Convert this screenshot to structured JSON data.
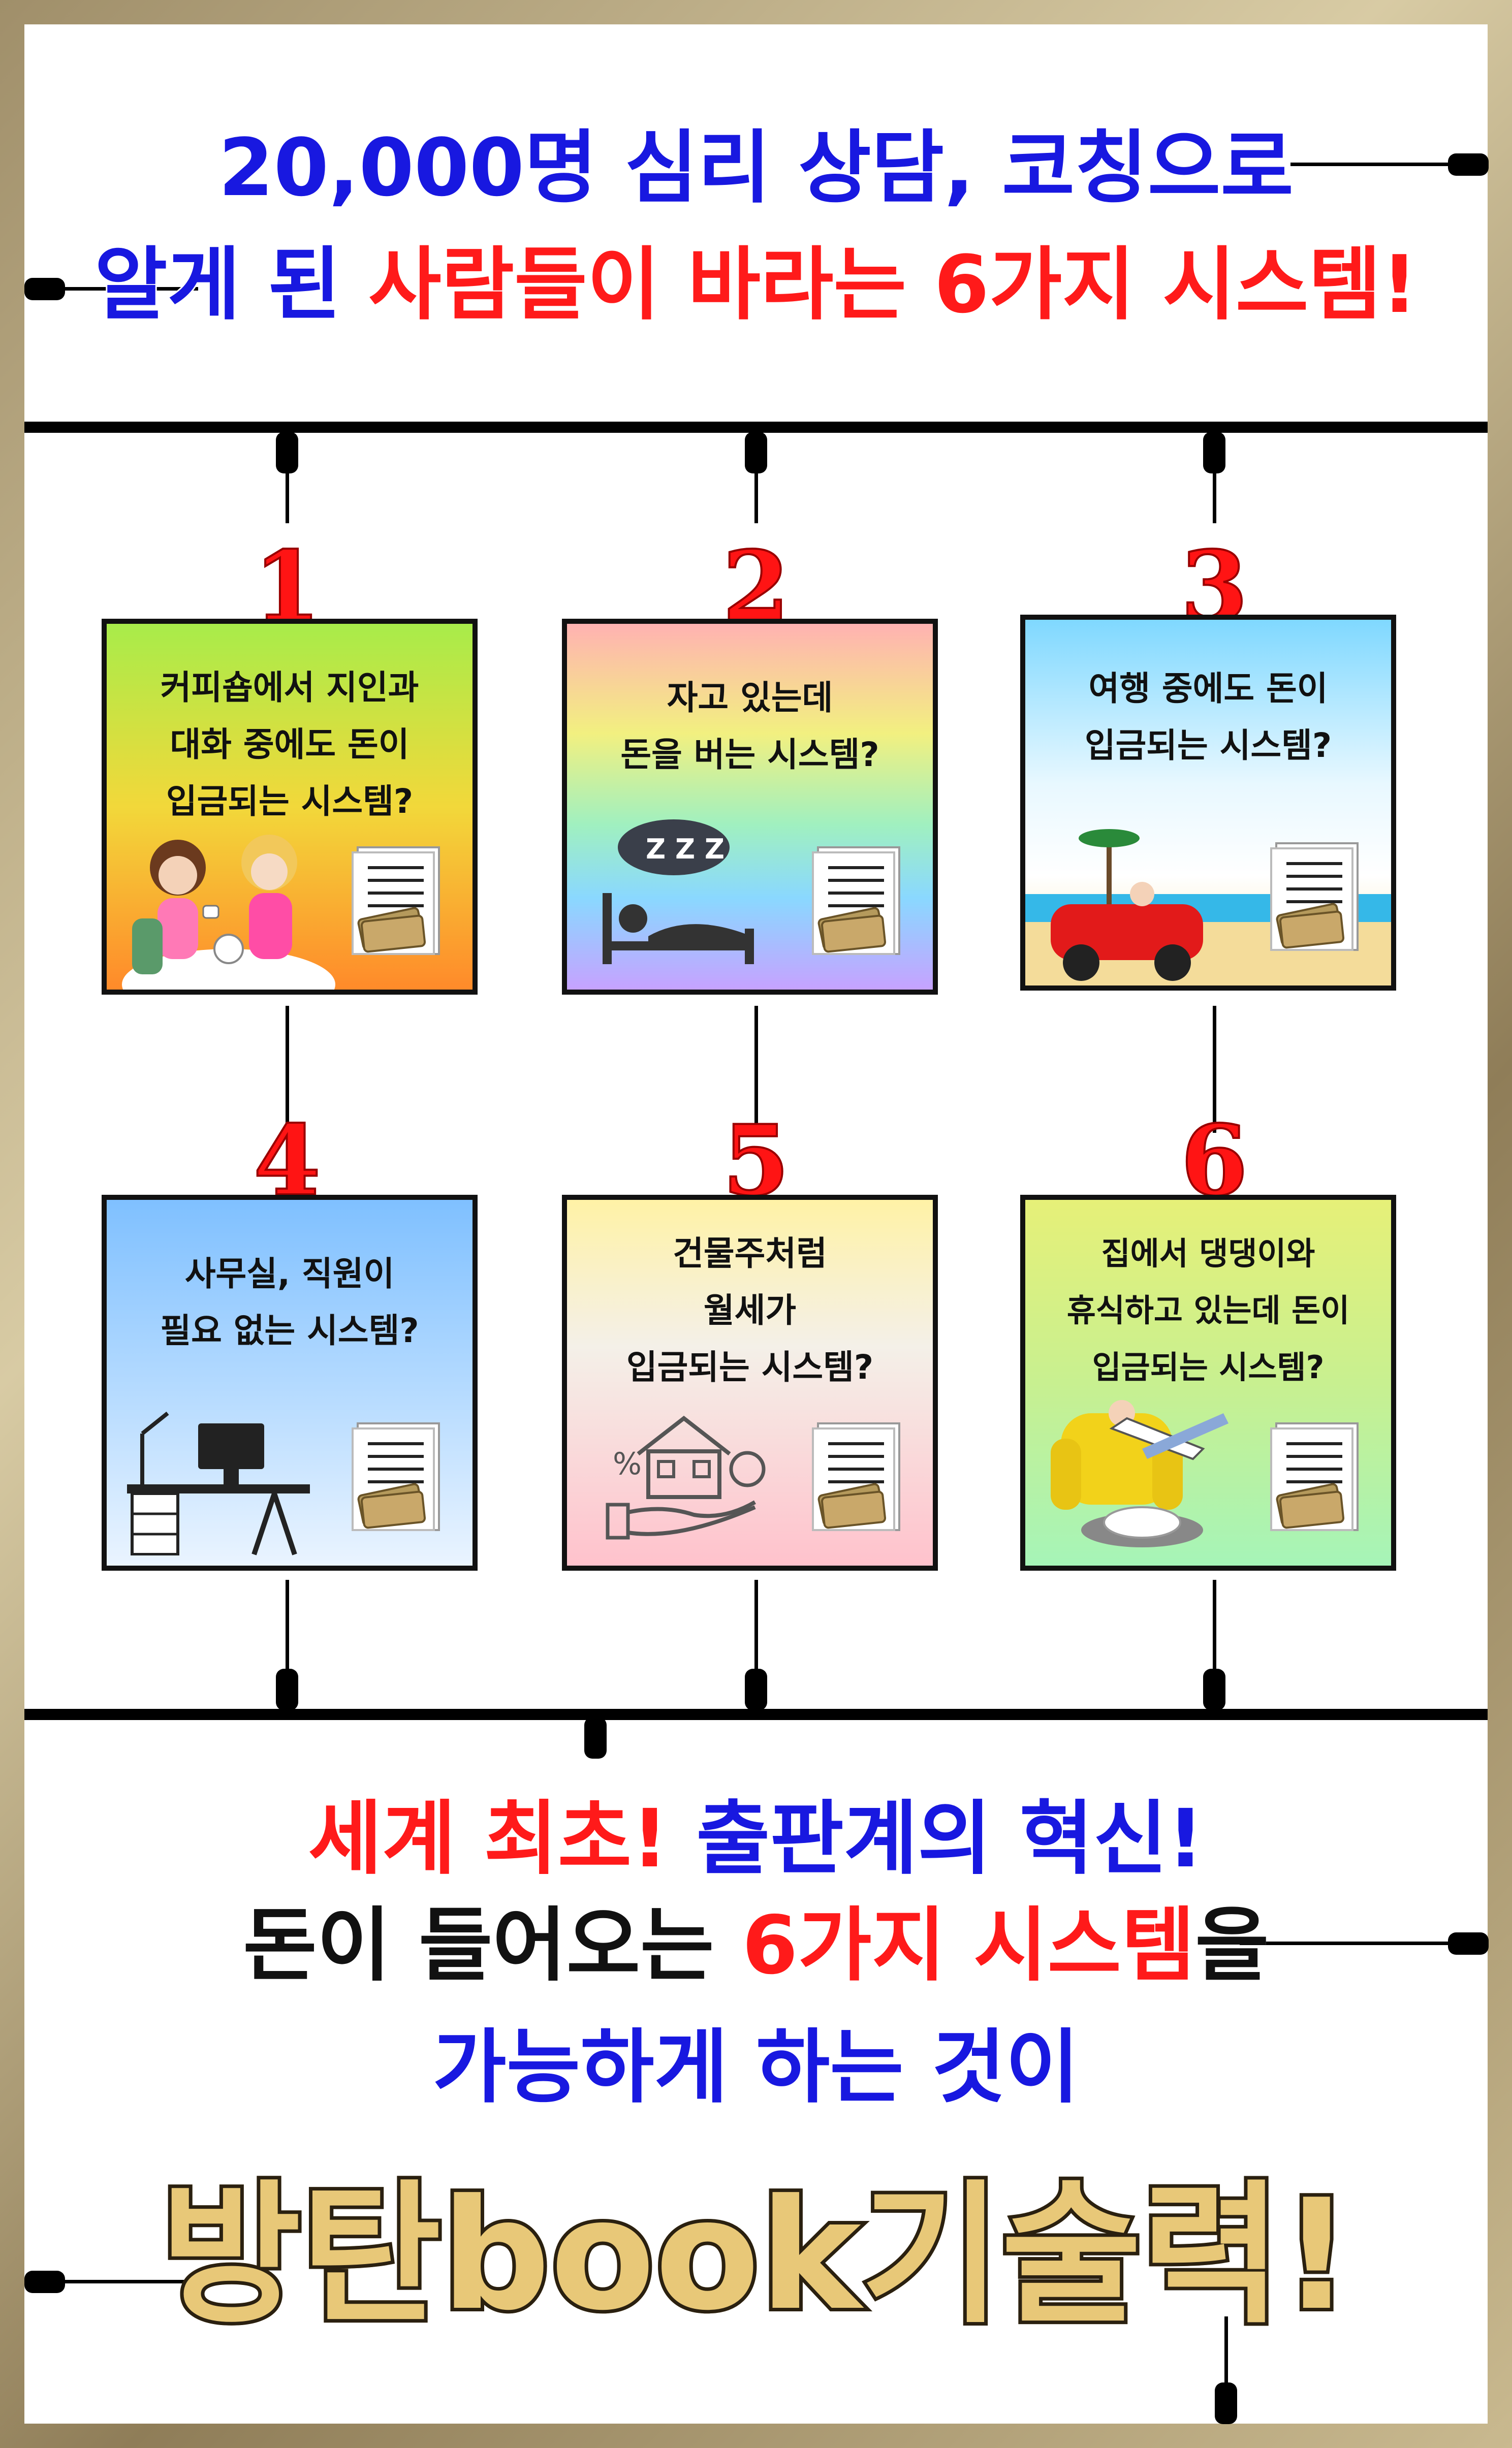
{
  "header": {
    "line1": "20,000명 심리 상담, 코칭으로",
    "line2_a": "알게 된 ",
    "line2_b": "사람들이 바라는 6가지 시스템!"
  },
  "systems": [
    {
      "number": "1",
      "lines": [
        "커피숍에서 지인과",
        "대화 중에도 돈이",
        "입금되는 시스템?"
      ]
    },
    {
      "number": "2",
      "lines": [
        "자고 있는데",
        "돈을 버는 시스템?"
      ]
    },
    {
      "number": "3",
      "lines": [
        "여행 중에도 돈이",
        "입금되는 시스템?"
      ]
    },
    {
      "number": "4",
      "lines": [
        "사무실, 직원이",
        "필요 없는 시스템?"
      ]
    },
    {
      "number": "5",
      "lines": [
        "건물주처럼",
        "월세가",
        "입금되는 시스템?"
      ]
    },
    {
      "number": "6",
      "lines": [
        "집에서 댕댕이와",
        "휴식하고 있는데 돈이",
        "입금되는 시스템?"
      ]
    }
  ],
  "footer": {
    "line1_a": "세계 최초! ",
    "line1_b": "출판계의 혁신!",
    "line2_a": "돈이 들어오는 ",
    "line2_b": "6가지 시스템",
    "line2_c": "을",
    "line3": "가능하게 하는 것이",
    "brand": "방탄book기술력!"
  },
  "zzz": "Z Z Z",
  "colors": {
    "blue": "#1818e0",
    "red": "#ff1a1a",
    "frame": "#a08f6a"
  }
}
